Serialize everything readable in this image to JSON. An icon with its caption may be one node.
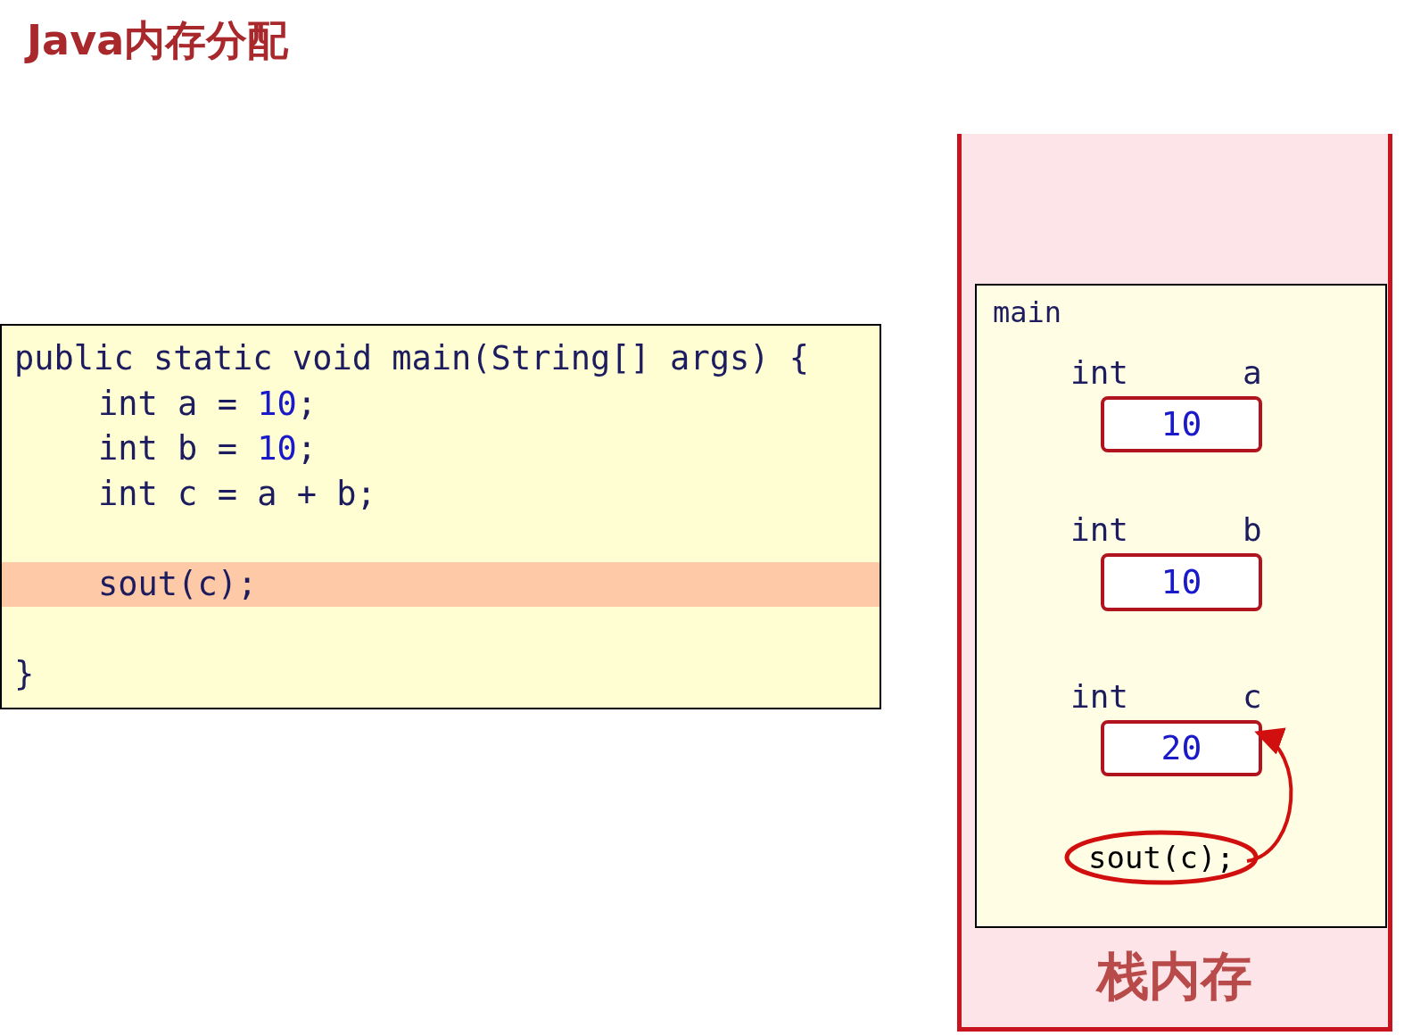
{
  "diagram": {
    "title": "Java内存分配",
    "nodes": [
      {
        "text": [
          "public static void main(String[] args) {",
          "int a = 10;",
          "int b = 10;",
          "int c = a + b;",
          "sout(c);",
          "}"
        ]
      },
      {
        "text": [
          "栈内存"
        ]
      },
      {
        "text": [
          "main"
        ],
        "in": 1
      },
      {
        "text": [
          "10"
        ],
        "beside": [
          "int",
          "a"
        ],
        "in": 2
      },
      {
        "text": [
          "10"
        ],
        "beside": [
          "int",
          "b"
        ],
        "in": 2
      },
      {
        "text": [
          "20"
        ],
        "beside": [
          "int",
          "c"
        ],
        "in": 2
      },
      {
        "text": [
          "sout(c);"
        ],
        "in": 2
      }
    ],
    "edges": [
      {
        "from": 6,
        "to": 5,
        "arrow": "to",
        "color": "#d10f0f"
      }
    ]
  }
}
